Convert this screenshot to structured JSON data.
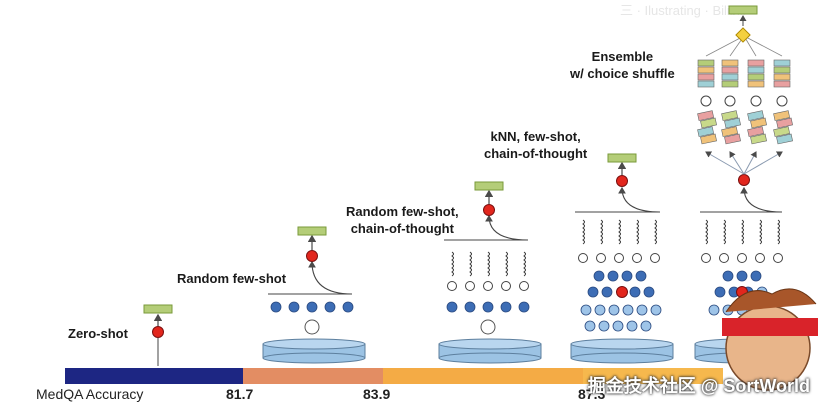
{
  "axis": {
    "title": "MedQA Accuracy",
    "segments": [
      {
        "color": "#1d2683"
      },
      {
        "color": "#e38d63"
      },
      {
        "color": "#f4ab45"
      }
    ],
    "ticks": [
      {
        "label": "81.7"
      },
      {
        "label": "83.9"
      },
      {
        "label": "87.3"
      }
    ]
  },
  "methods": [
    {
      "id": "zero-shot",
      "label": "Zero-shot"
    },
    {
      "id": "random-few-shot",
      "label": "Random few-shot"
    },
    {
      "id": "random-few-shot-cot",
      "label": "Random few-shot,\nchain-of-thought"
    },
    {
      "id": "knn-few-shot-cot",
      "label": "kNN, few-shot,\nchain-of-thought"
    },
    {
      "id": "ensemble",
      "label": "Ensemble\nw/ choice shuffle"
    }
  ],
  "colors": {
    "answer_box": "#b4cd78",
    "model_node": "#e2261d",
    "example_dot": "#3d6db5",
    "example_dot_light": "#9ec4e8",
    "platform": "#9cc3e4",
    "arrow": "#5a5a5a"
  },
  "watermark": "掘金技术社区 @ SortWorld",
  "top_overlay": "三 · Ilustrating · Bilibili"
}
